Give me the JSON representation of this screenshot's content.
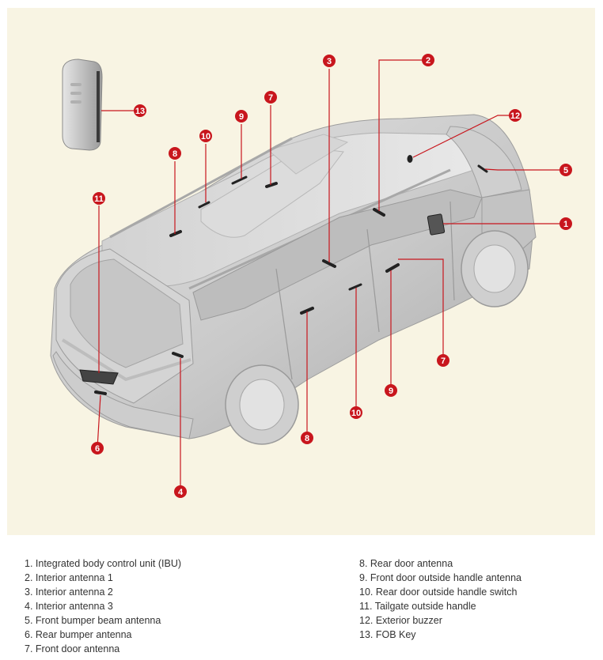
{
  "diagram": {
    "callout_color": "#c8161d",
    "badges": [
      {
        "label": "3"
      },
      {
        "label": "2"
      },
      {
        "label": "12"
      },
      {
        "label": "13"
      },
      {
        "label": "7"
      },
      {
        "label": "9"
      },
      {
        "label": "10"
      },
      {
        "label": "8"
      },
      {
        "label": "5"
      },
      {
        "label": "11"
      },
      {
        "label": "1"
      },
      {
        "label": "7"
      },
      {
        "label": "9"
      },
      {
        "label": "10"
      },
      {
        "label": "8"
      },
      {
        "label": "6"
      },
      {
        "label": "4"
      }
    ]
  },
  "legend": {
    "left": [
      "1. Integrated body control unit (IBU)",
      "2. Interior antenna 1",
      "3. Interior antenna 2",
      "4. Interior antenna 3",
      "5. Front bumper beam antenna",
      "6. Rear bumper antenna",
      "7. Front door antenna"
    ],
    "right": [
      "8. Rear door antenna",
      "9. Front door outside handle antenna",
      "10. Rear door outside handle switch",
      "11. Tailgate outside handle",
      "12. Exterior buzzer",
      "13. FOB Key"
    ]
  }
}
